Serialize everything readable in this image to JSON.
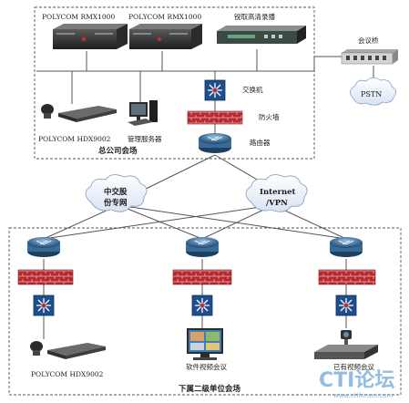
{
  "hq": {
    "mcu_left_label": "POLYCOM RMX1000",
    "mcu_right_label": "POLYCOM RMX1000",
    "recorder_label": "锐取高清录播",
    "switch_label": "交换机",
    "firewall_label": "防火墙",
    "router_label": "路由器",
    "hdx_label": "POLYCOM HDX9002",
    "server_label": "管理服务器",
    "site_label": "总公司会场"
  },
  "bridge": {
    "label": "会议桥",
    "pstn_label": "PSTN"
  },
  "clouds": {
    "private_net_line1": "中交股",
    "private_net_line2": "份专网",
    "internet_line1": "Internet",
    "internet_line2": "/VPN"
  },
  "branch": {
    "left_terminal_label": "POLYCOM HDX9002",
    "middle_terminal_label": "软件视频会议",
    "right_terminal_label": "已有视频会议",
    "site_label": "下属二级单位会场"
  },
  "watermark": {
    "logo_text": "CTI论坛",
    "url": "www.ctiforum.com"
  },
  "colors": {
    "line": "#555555",
    "router_blue": "#2f5f8a",
    "firewall_red": "#b8282e",
    "switch_blue": "#1f4e8c",
    "cloud_fill": "#eef3fb",
    "watermark_blue": "#7fb2dc"
  }
}
